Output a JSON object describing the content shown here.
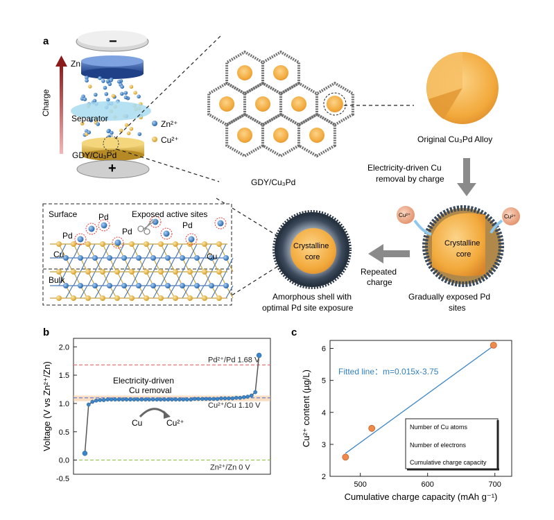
{
  "panel_a": {
    "label": "a",
    "battery": {
      "minus": "−",
      "plus": "+",
      "zn": "Zn",
      "separator": "Separator",
      "gdy": "GDY/Cu₃Pd",
      "charge": "Charge",
      "legend_zn": "Zn²⁺",
      "legend_cu": "Cu²⁺"
    },
    "gdy_label": "GDY/Cu₃Pd",
    "original_alloy": "Original Cu₃Pd Alloy",
    "electricity_line1": "Electricity-driven Cu",
    "electricity_line2": "removal by charge",
    "cu_ion": "Cu²⁺",
    "crystalline_core_line1": "Crystalline",
    "crystalline_core_line2": "core",
    "gradual_line1": "Gradually exposed Pd",
    "gradual_line2": "sites",
    "repeated_line1": "Repeated",
    "repeated_line2": "charge",
    "amorphous_line1": "Amorphous shell with",
    "amorphous_line2": "optimal Pd site exposure",
    "lattice": {
      "surface": "Surface",
      "bulk": "Bulk",
      "exposed": "Exposed active sites",
      "pd": "Pd",
      "cu": "Cu"
    }
  },
  "panel_b": {
    "label": "b",
    "annotation_line1": "Electricity-driven",
    "annotation_line2": "Cu removal",
    "cu": "Cu",
    "cu2": "Cu²⁺",
    "colors": {
      "curve": "#555555",
      "points": "#3a86c8",
      "pd_line": "#e57373",
      "cu_line": "#6a7fd6",
      "zn_line": "#8bc34a",
      "band": "#f5c89a"
    }
  },
  "panel_c": {
    "label": "c",
    "fit_text": "Fitted line：m=0.015x-3.75",
    "legend": [
      "Number of Cu atoms",
      "Number of electrons",
      "Cumulative charge capacity"
    ],
    "colors": {
      "points": "#f08a4b",
      "line": "#3a86c8"
    }
  },
  "chart_data": [
    {
      "type": "line",
      "xlabel": "",
      "ylabel": "Voltage (V vs Zn²⁺/Zn)",
      "ylim": [
        -0.25,
        2.15
      ],
      "yticks": [
        "-0.5",
        "0.0",
        "0.5",
        "1.0",
        "1.5",
        "2.0"
      ],
      "ytick_values": [
        -0.5,
        0.0,
        0.5,
        1.0,
        1.5,
        2.0
      ],
      "grid": false,
      "reference_lines": [
        {
          "label": "Pd²⁺/Pd  1.68 V",
          "value": 1.68
        },
        {
          "label": "Cu²⁺/Cu 1.10 V",
          "value": 1.1
        },
        {
          "label": "Zn²⁺/Zn  0 V",
          "value": 0.0
        }
      ],
      "series": [
        {
          "x": [
            0,
            2,
            4,
            6,
            8,
            10,
            12,
            14,
            16,
            18,
            20,
            22,
            24,
            26,
            28,
            30,
            32,
            34,
            36,
            38,
            40,
            42,
            44,
            46,
            48,
            50,
            52,
            54,
            56,
            58,
            60,
            62,
            64,
            66,
            68,
            70,
            72,
            74,
            76,
            78,
            80,
            82,
            84,
            86,
            88,
            90,
            92
          ],
          "values": [
            0.12,
            0.98,
            1.03,
            1.05,
            1.06,
            1.06,
            1.07,
            1.07,
            1.07,
            1.07,
            1.07,
            1.07,
            1.07,
            1.07,
            1.07,
            1.07,
            1.07,
            1.07,
            1.07,
            1.07,
            1.07,
            1.07,
            1.07,
            1.07,
            1.07,
            1.07,
            1.07,
            1.07,
            1.07,
            1.08,
            1.08,
            1.08,
            1.08,
            1.08,
            1.08,
            1.08,
            1.09,
            1.09,
            1.09,
            1.09,
            1.1,
            1.1,
            1.11,
            1.12,
            1.14,
            1.2,
            1.85
          ]
        }
      ]
    },
    {
      "type": "scatter",
      "xlabel": "Cumulative charge capacity  (mAh g⁻¹)",
      "ylabel": "Cu²⁺ content (µg/L)",
      "xlim": [
        455,
        725
      ],
      "ylim": [
        2,
        6.25
      ],
      "xticks": [
        "500",
        "600",
        "700"
      ],
      "xtick_values": [
        500,
        600,
        700
      ],
      "yticks": [
        "2",
        "3",
        "4",
        "5",
        "6"
      ],
      "ytick_values": [
        2,
        3,
        4,
        5,
        6
      ],
      "grid": false,
      "series": [
        {
          "x": [
            478,
            517,
            698
          ],
          "values": [
            2.6,
            3.5,
            6.1
          ]
        }
      ],
      "fit": {
        "x": [
          478,
          698
        ],
        "values": [
          2.72,
          6.08
        ]
      }
    }
  ]
}
